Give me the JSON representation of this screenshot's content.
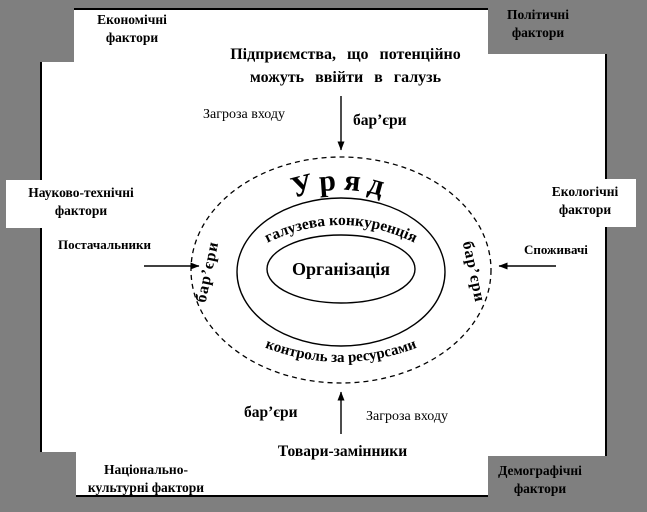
{
  "colors": {
    "background": "#7F7F7F",
    "panel": "#FFFFFF",
    "line": "#000000"
  },
  "factors": {
    "economic": "Економічні\nфактори",
    "political": "Політичні\nфактори",
    "scientific_technical": "Науково-технічні\nфактори",
    "ecological": "Екологічні\nфактори",
    "national_cultural": "Національно-\nкультурні фактори",
    "demographic": "Демографічні\nфактори"
  },
  "entry_top": {
    "enterprises": "Підприємства, що потенційно\nможуть ввійти в галузь",
    "threat": "Загроза входу",
    "barriers": "бар’єри"
  },
  "sides": {
    "suppliers": "Постачальники",
    "consumers": "Споживачі"
  },
  "entry_bottom": {
    "barriers": "бар’єри",
    "threat": "Загроза входу",
    "substitutes": "Товари-замінники"
  },
  "rings": {
    "government": "Уряд",
    "competition": "галузева конкуренція",
    "resource_control": "контроль за ресурсами",
    "organization": "Організація",
    "barrier_left": "бар’єри",
    "barrier_right": "бар’єри"
  }
}
